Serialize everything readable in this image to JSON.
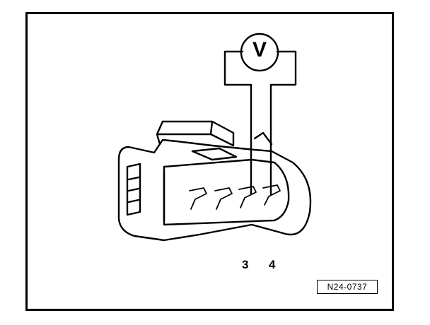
{
  "meter": {
    "symbol": "V"
  },
  "pins": {
    "left_label": "3",
    "right_label": "4"
  },
  "reference": {
    "code": "N24-0737"
  }
}
